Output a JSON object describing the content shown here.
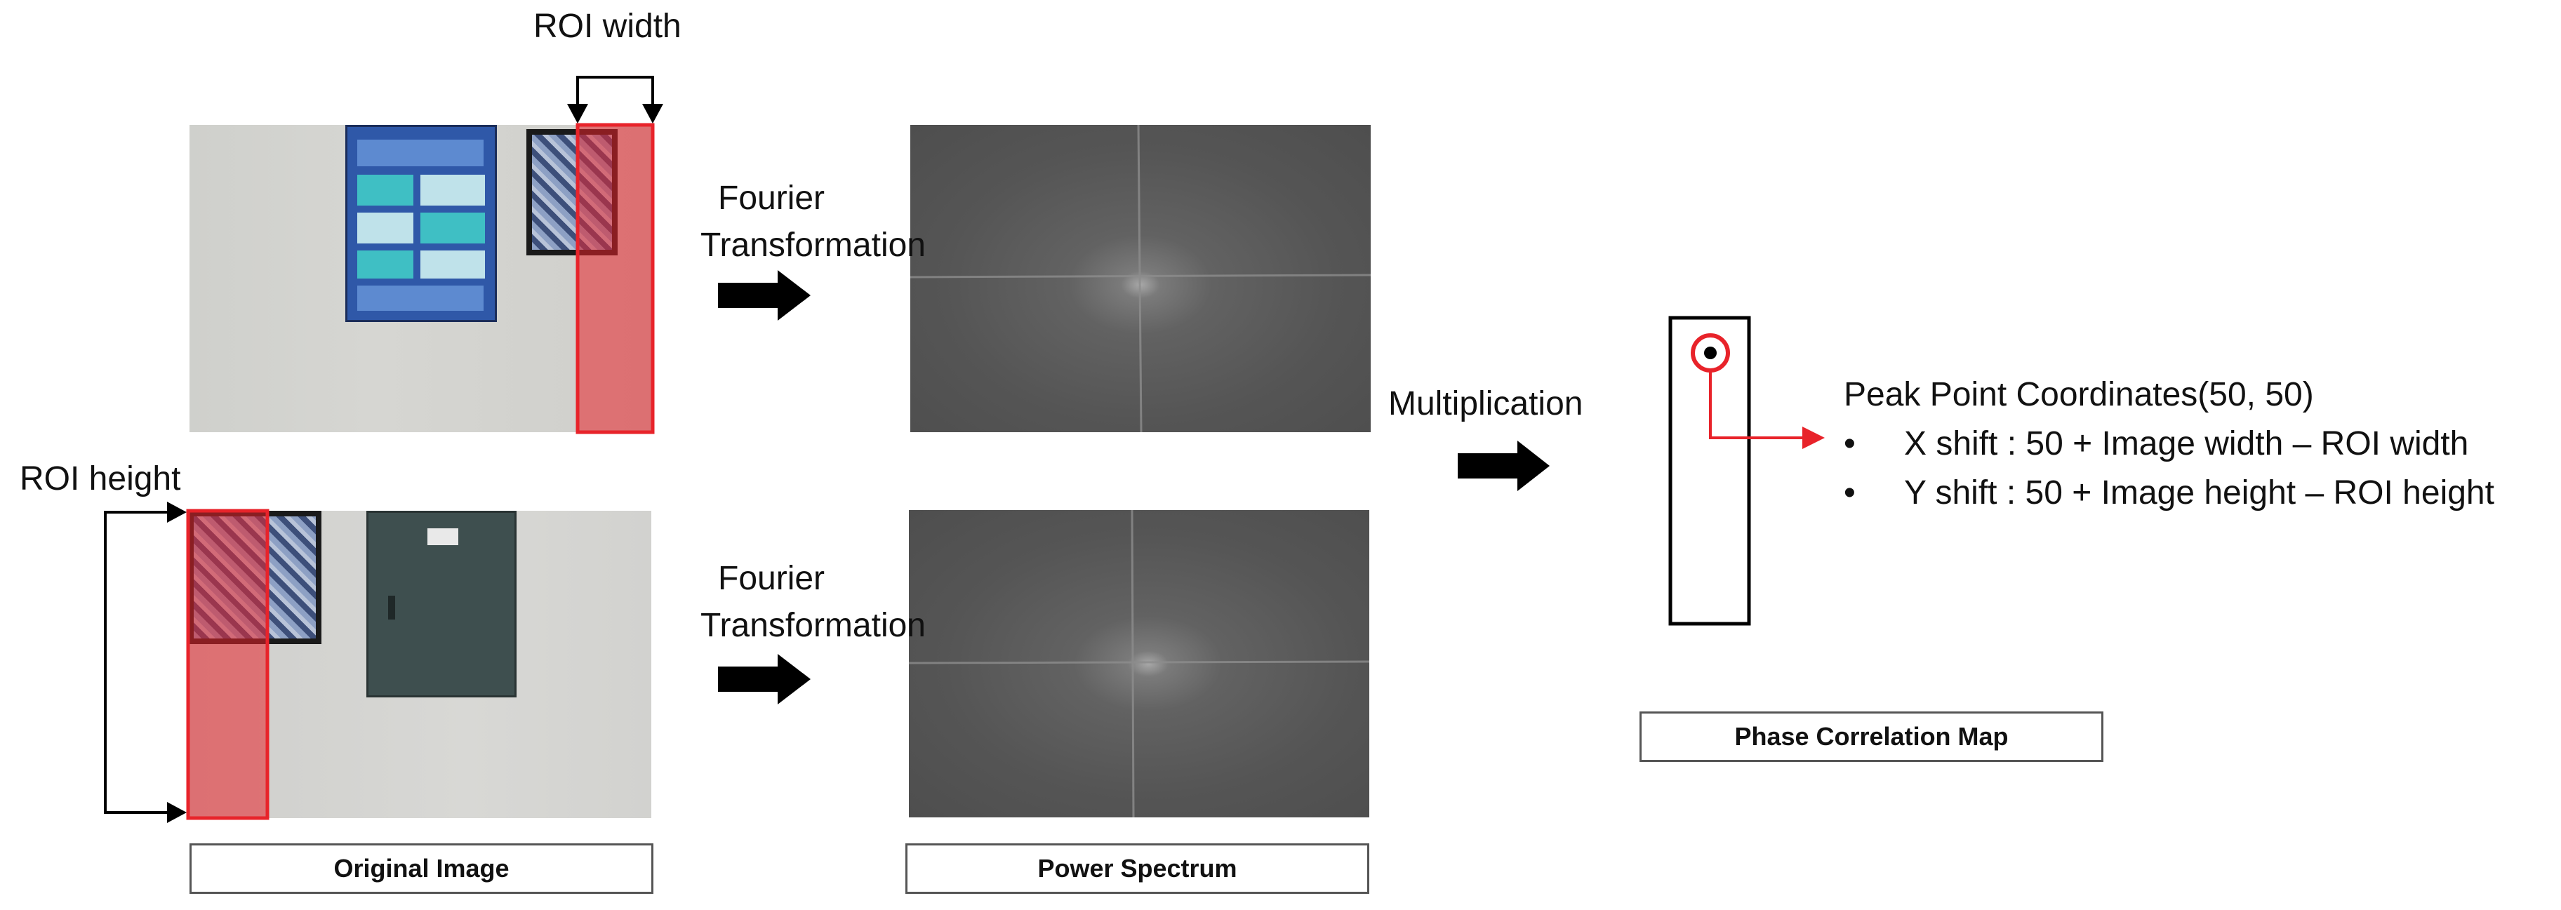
{
  "labels": {
    "roi_width": "ROI width",
    "roi_height": "ROI height",
    "fourier_top_line1": "Fourier",
    "fourier_top_line2": "Transformation",
    "fourier_bottom_line1": "Fourier",
    "fourier_bottom_line2": "Transformation",
    "multiplication": "Multiplication",
    "peak_title": "Peak Point Coordinates(50, 50)",
    "bullets": [
      "X shift : 50 + Image width – ROI width",
      "Y shift : 50 + Image height – ROI height"
    ],
    "bullet_glyph": "•"
  },
  "captions": {
    "original": "Original Image",
    "spectrum": "Power Spectrum",
    "phase_map": "Phase Correlation Map"
  },
  "colors": {
    "roi_red": "#e8232a",
    "arrow_black": "#000000",
    "spectrum_bg": "#5a5a5a",
    "wall": "#c9c9c6"
  }
}
